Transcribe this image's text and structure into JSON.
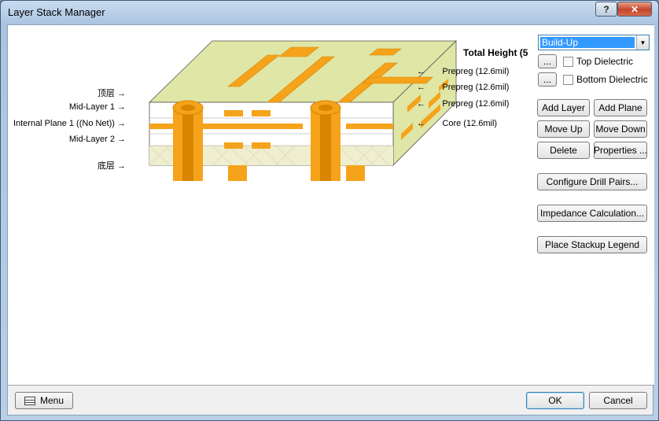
{
  "window": {
    "title": "Layer Stack Manager"
  },
  "titlebar": {
    "help": "?",
    "close": "✕"
  },
  "stack": {
    "left_labels": [
      "顶层",
      "Mid-Layer 1",
      "Internal Plane 1 ((No Net))",
      "Mid-Layer 2",
      "底层"
    ],
    "total_height": "Total Height (5",
    "right_labels": [
      "Prepreg (12.6mil)",
      "Prepreg (12.6mil)",
      "Prepreg (12.6mil)",
      "Core (12.6mil)"
    ]
  },
  "controls": {
    "mode_select": "Build-Up",
    "ellipsis": "...",
    "top_dielectric": "Top Dielectric",
    "bottom_dielectric": "Bottom Dielectric",
    "add_layer": "Add Layer",
    "add_plane": "Add Plane",
    "move_up": "Move Up",
    "move_down": "Move Down",
    "delete": "Delete",
    "properties": "Properties ...",
    "configure_drill": "Configure Drill Pairs...",
    "impedance": "Impedance Calculation...",
    "legend": "Place Stackup Legend"
  },
  "footer": {
    "menu": "Menu",
    "ok": "OK",
    "cancel": "Cancel"
  },
  "colors": {
    "copper": "#f5a31a",
    "copper_dark": "#d98500",
    "top_green": "#dfe6a6",
    "side_green": "#c8cc86",
    "core": "#efefcf"
  }
}
